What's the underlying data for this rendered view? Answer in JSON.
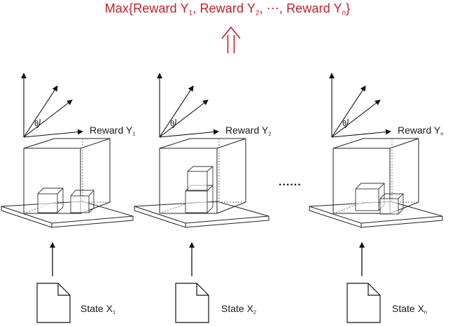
{
  "objective": {
    "prefix": "Max{",
    "terms": [
      {
        "text": "Reward Y",
        "sub": "1"
      },
      {
        "text": "Reward Y",
        "sub": "2"
      },
      {
        "text": "Reward Y",
        "sub": "n"
      }
    ],
    "separator": ", ",
    "ellipsis": "⋯",
    "suffix": "}",
    "color": "#c0202b"
  },
  "angle_symbol": "θ",
  "ellipsis_between": "......",
  "panels": [
    {
      "reward": {
        "text": "Reward Y",
        "sub": "1"
      },
      "state": {
        "text": "State X",
        "sub": "1"
      }
    },
    {
      "reward": {
        "text": "Reward Y",
        "sub": "2"
      },
      "state": {
        "text": "State X",
        "sub": "2"
      }
    },
    {
      "reward": {
        "text": "Reward Y",
        "sub": "n"
      },
      "state": {
        "text": "State X",
        "sub": "n"
      }
    }
  ]
}
